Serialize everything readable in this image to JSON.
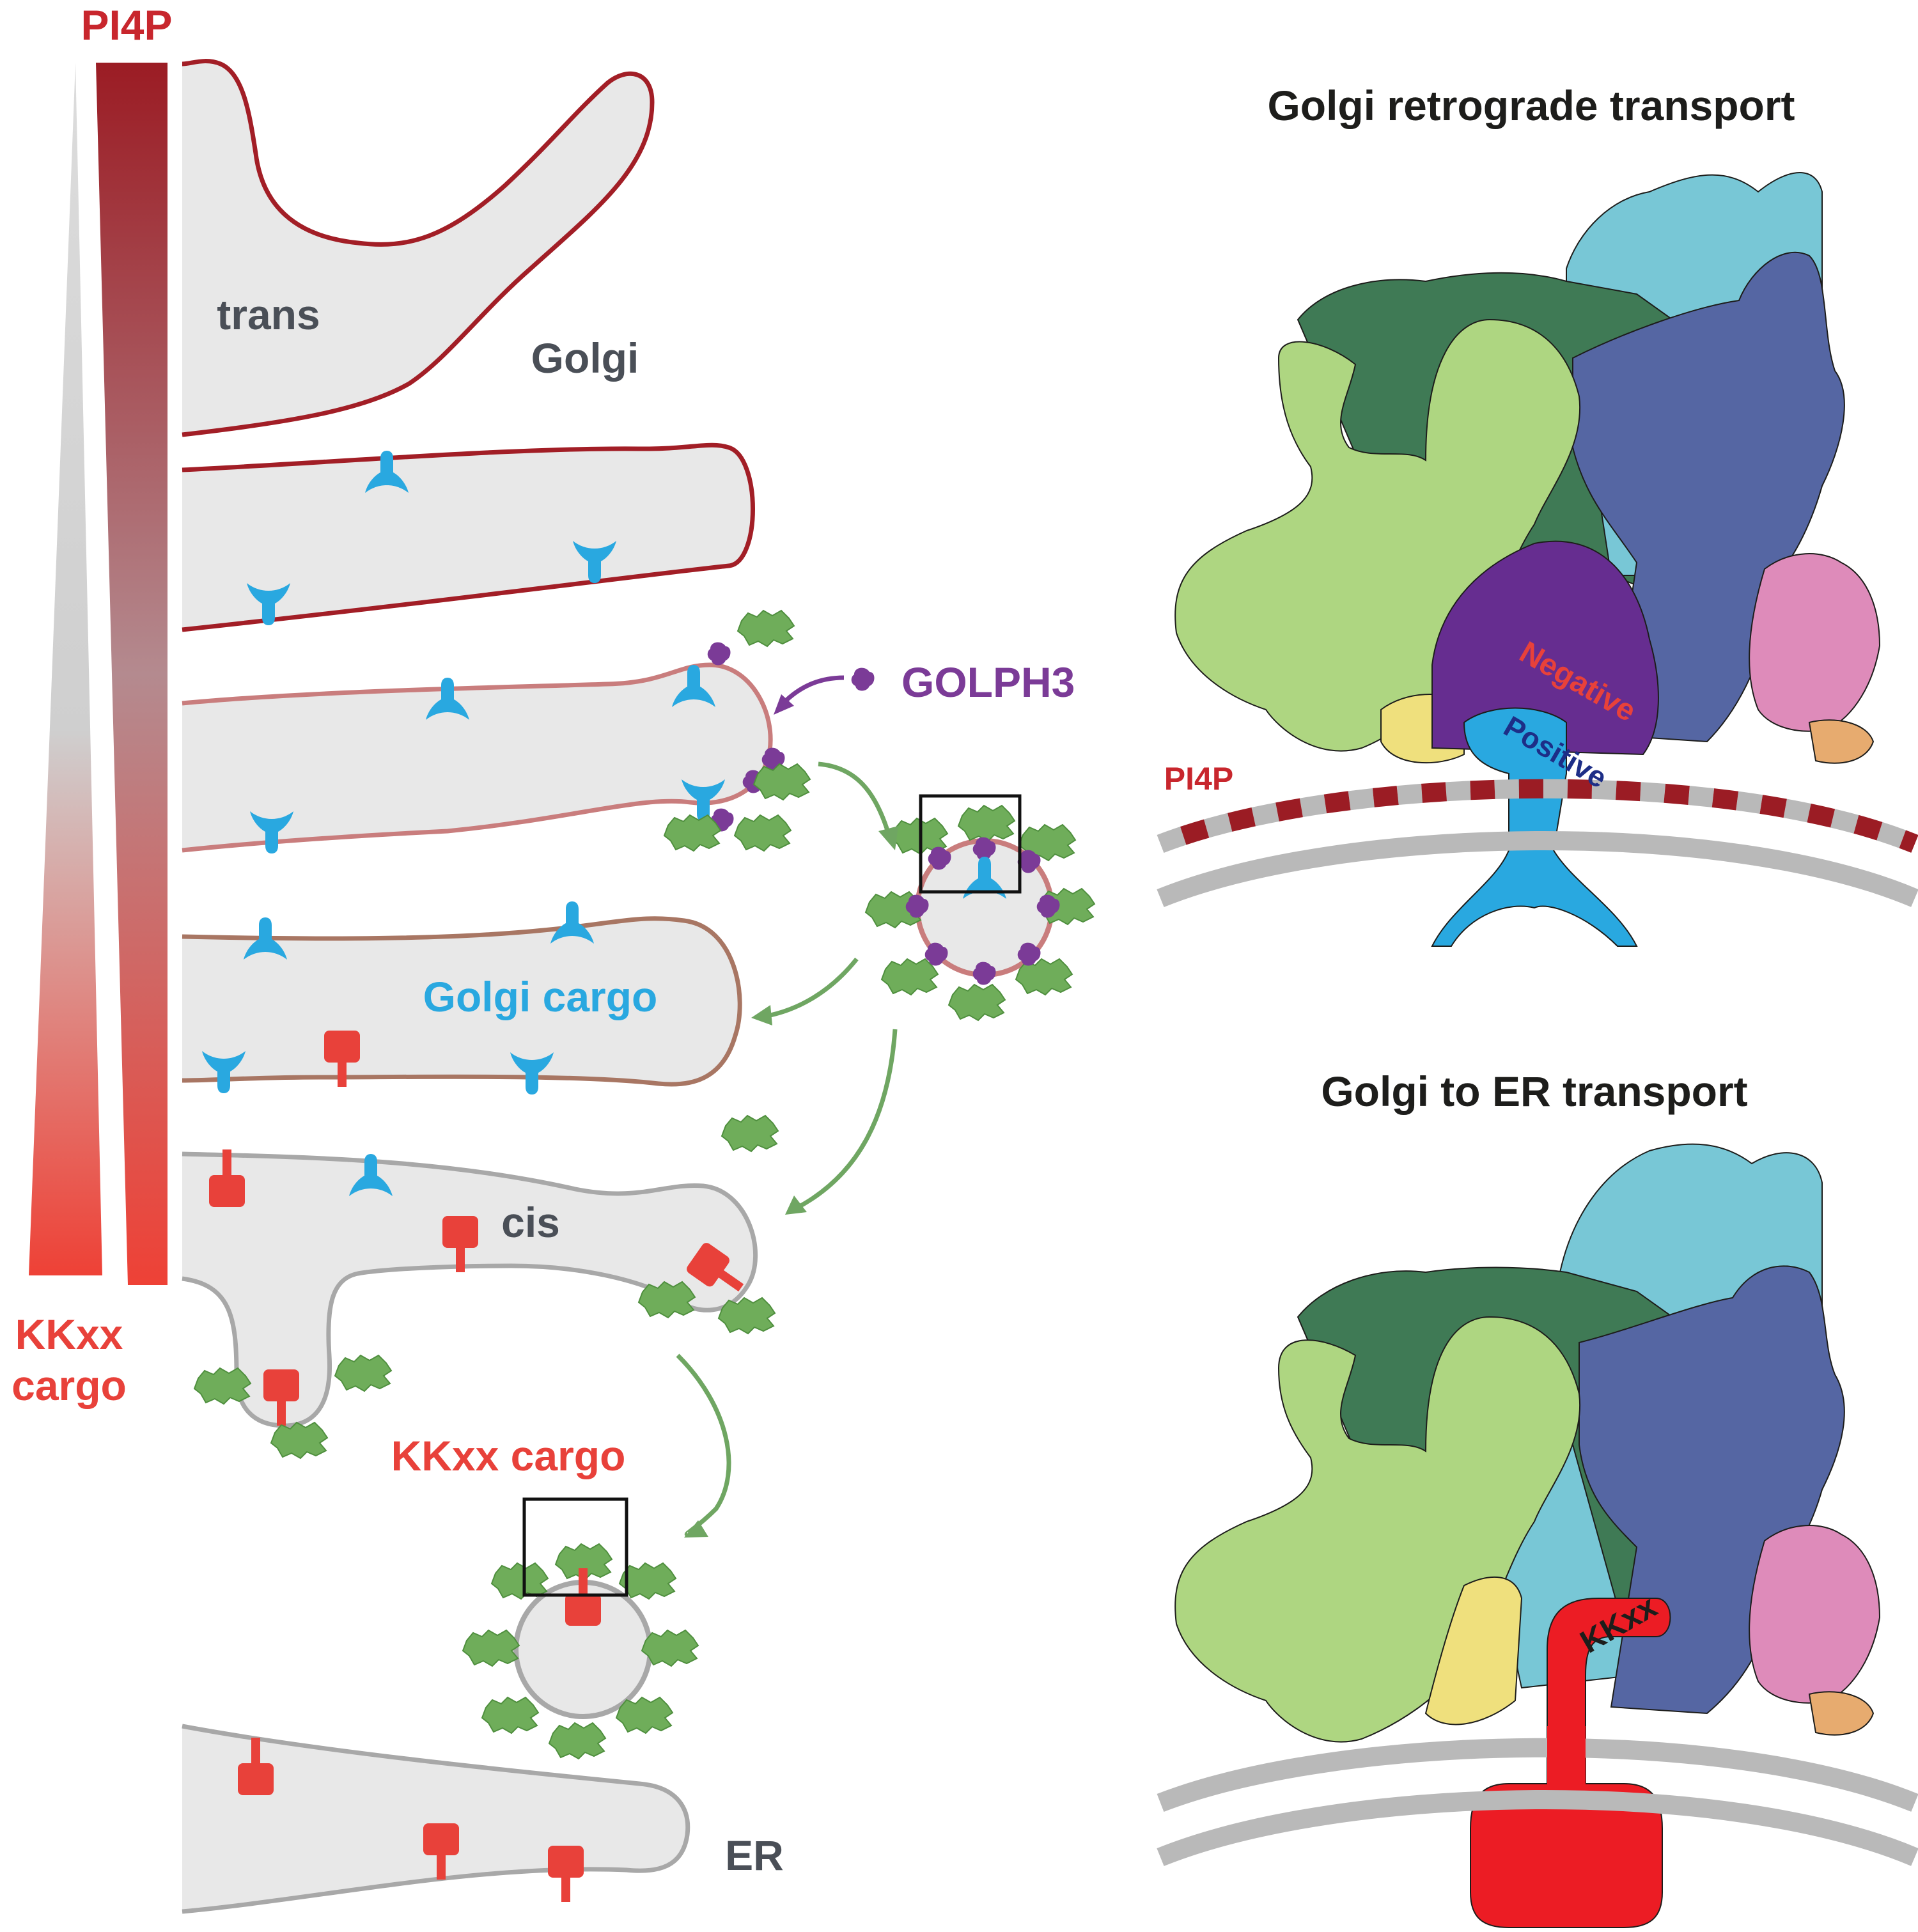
{
  "left_panel": {
    "gradient_top_label": "PI4P",
    "gradient_bottom_label_line1": "KKxx",
    "gradient_bottom_label_line2": "cargo",
    "trans_label": "trans",
    "golgi_label": "Golgi",
    "golph3_label": "GOLPH3",
    "golgi_cargo_label": "Golgi cargo",
    "cis_label": "cis",
    "kkxx_cargo_label": "KKxx cargo",
    "er_label": "ER"
  },
  "right_panel": {
    "top_title": "Golgi retrograde transport",
    "bottom_title": "Golgi to ER transport",
    "pi4p_label": "PI4P",
    "negative_label": "Negative",
    "positive_label": "Positive",
    "kkxx_label": "KKxx"
  },
  "colors": {
    "pi4p_red": "#9b1c24",
    "kkxx_red": "#e8413a",
    "golgi_cargo_blue": "#29a8e0",
    "golph3_purple": "#7b3b97",
    "copi_green": "#6fad5a",
    "membrane_grey": "#e8e8e8",
    "label_grey": "#4a4f57"
  }
}
